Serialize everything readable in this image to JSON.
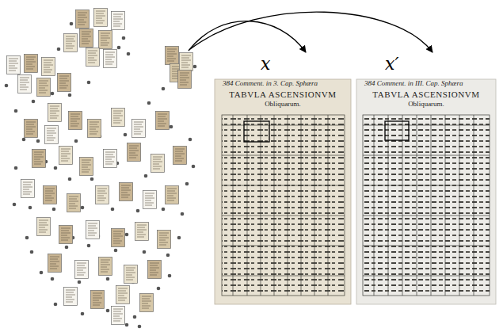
{
  "diagram": {
    "nodes": [
      {
        "text": [
          "x",
          "384 Comment. in 3. Cap. Sphæra",
          "TABVLA ASCENSIONVM",
          "Obliquarum."
        ]
      },
      {
        "text": [
          "x′",
          "384 Comment. in III. Cap. Sphæra",
          "TABVLA ASCENSIONVM",
          "Obliquarum."
        ]
      }
    ]
  }
}
